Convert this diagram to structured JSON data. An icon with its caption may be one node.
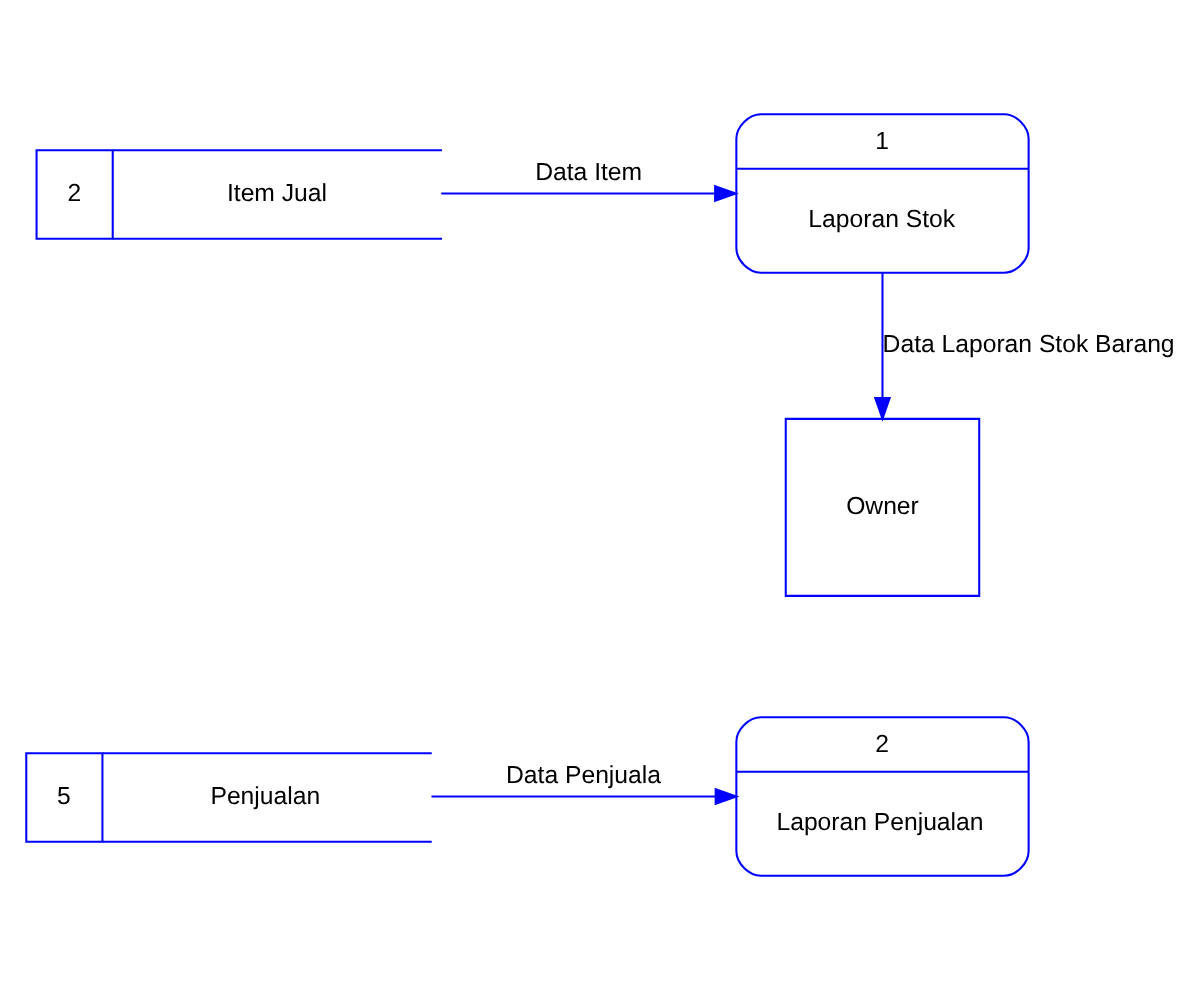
{
  "diagram": {
    "nodes": [
      {
        "text": [
          "1",
          "Laporan Stok"
        ]
      },
      {
        "text": [
          "2",
          "Item Jual"
        ]
      },
      {
        "text": [
          "Owner"
        ]
      },
      {
        "text": [
          "2",
          "Laporan Penjualan"
        ]
      },
      {
        "text": [
          "5",
          "Penjualan"
        ]
      }
    ],
    "edges": [
      {
        "from": 1,
        "to": 0,
        "arrow": "to",
        "label": "Data Item"
      },
      {
        "from": 0,
        "to": 2,
        "arrow": "to",
        "label": "Data Laporan Stok Barang"
      },
      {
        "from": 4,
        "to": 3,
        "arrow": "to",
        "label": "Data Penjuala"
      }
    ]
  }
}
